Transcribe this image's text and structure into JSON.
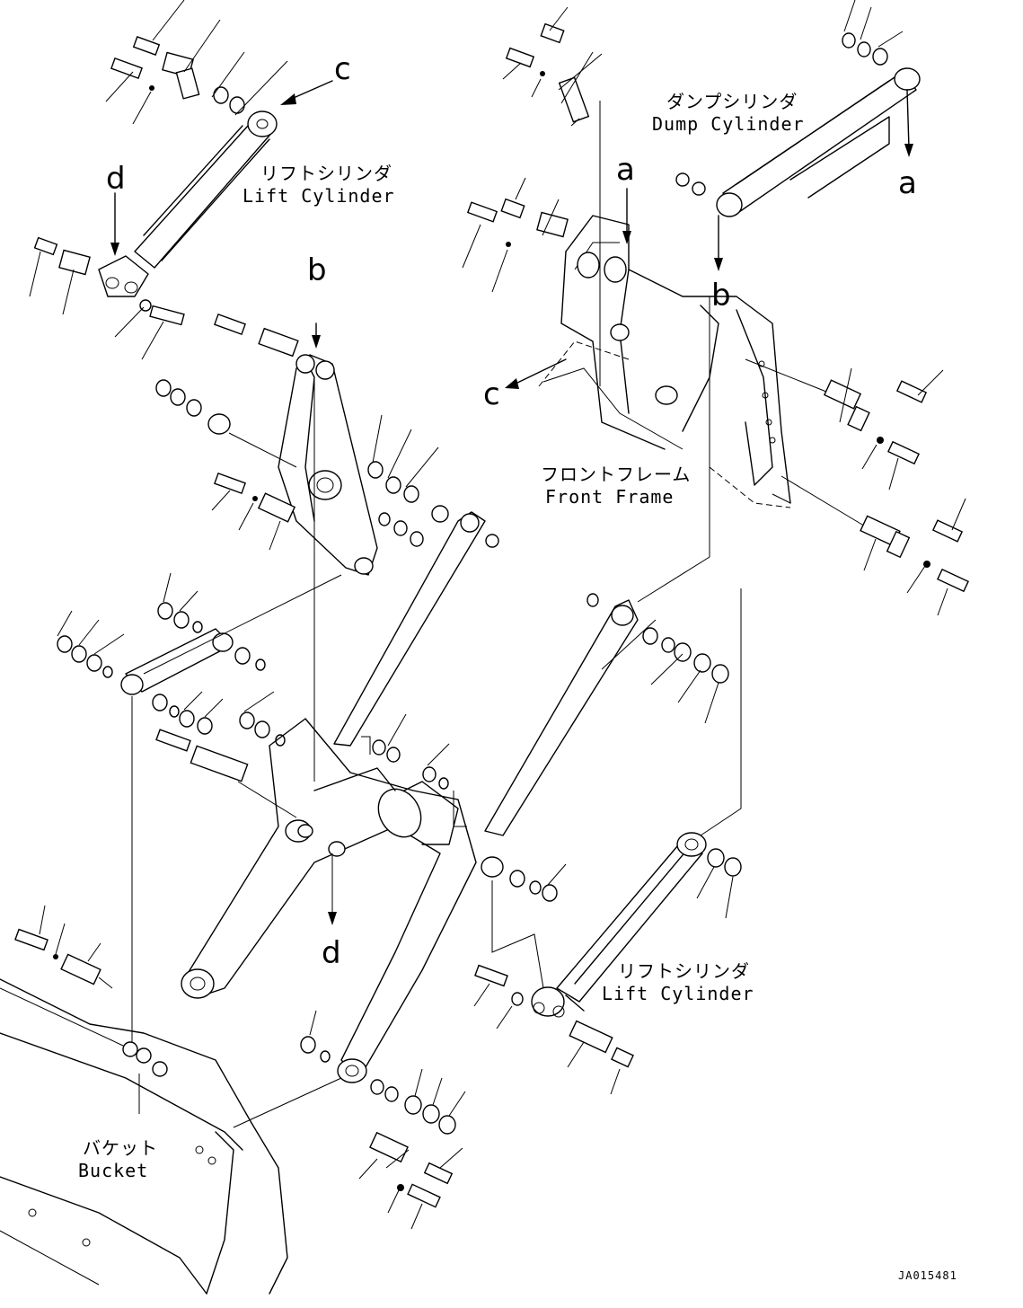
{
  "labels": {
    "lift_cylinder_top_jp": "リフトシリンダ",
    "lift_cylinder_top_en": "Lift Cylinder",
    "dump_cylinder_jp": "ダンプシリンダ",
    "dump_cylinder_en": "Dump Cylinder",
    "front_frame_jp": "フロントフレーム",
    "front_frame_en": "Front Frame",
    "lift_cylinder_bottom_jp": "リフトシリンダ",
    "lift_cylinder_bottom_en": "Lift Cylinder",
    "bucket_jp": "バケット",
    "bucket_en": "Bucket"
  },
  "markers": {
    "a": "a",
    "b": "b",
    "c": "c",
    "d": "d"
  },
  "drawing_code": "JA015481"
}
